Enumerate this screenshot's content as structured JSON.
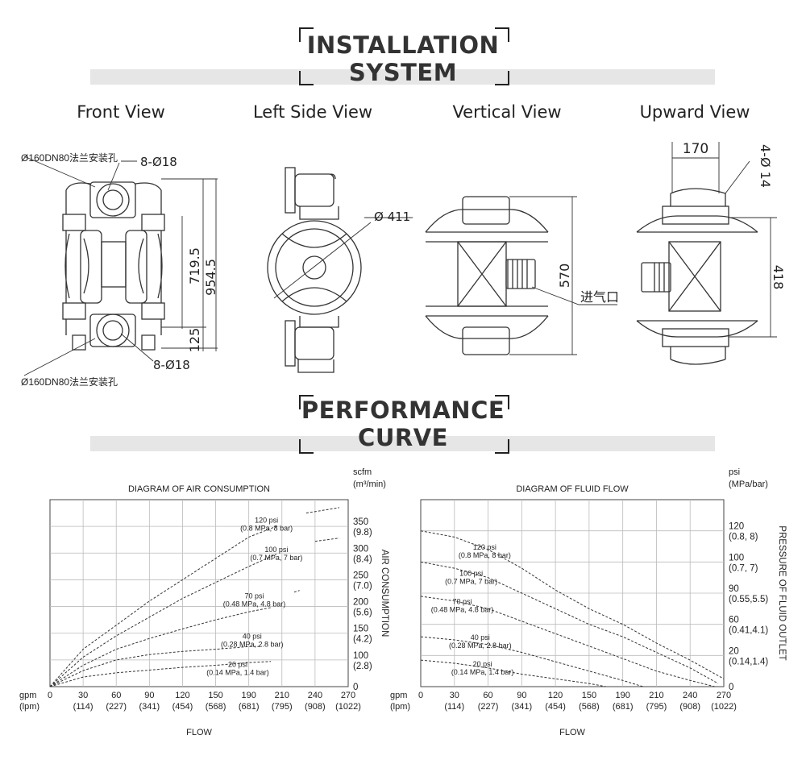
{
  "installation": {
    "title_line1": "INSTALLATION",
    "title_line2": "SYSTEM"
  },
  "views": {
    "front": "Front View",
    "left": "Left Side View",
    "vertical": "Vertical View",
    "upward": "Upward View"
  },
  "front_view": {
    "flange_top": "Ø160DN80法兰安装孔",
    "flange_bottom": "Ø160DN80法兰安装孔",
    "holes_top": "8-Ø18",
    "holes_bottom": "8-Ø18",
    "dim_height": "954.5",
    "dim_mid": "719.5",
    "dim_base": "125"
  },
  "left_view": {
    "diameter": "Ø 411"
  },
  "vertical_view": {
    "dim": "570",
    "air_inlet": "进气口"
  },
  "upward_view": {
    "width": "170",
    "holes": "4-Ø 14",
    "dim": "418"
  },
  "performance": {
    "title_line1": "PERFORMANCE",
    "title_line2": "CURVE"
  },
  "chart_data": [
    {
      "type": "line",
      "title": "DIAGRAM OF AIR CONSUMPTION",
      "xlabel": "FLOW",
      "ylabel": "AIR CONSUMPTION",
      "x_unit_top": "gpm",
      "x_unit_bottom": "(lpm)",
      "y_unit_top": "scfm",
      "y_unit_bottom": "(m³/min)",
      "xlim": [
        0,
        270
      ],
      "ylim": [
        0,
        350
      ],
      "x_ticks": [
        {
          "v": 0,
          "top": "0",
          "bottom": ""
        },
        {
          "v": 30,
          "top": "30",
          "bottom": "(114)"
        },
        {
          "v": 60,
          "top": "60",
          "bottom": "(227)"
        },
        {
          "v": 90,
          "top": "90",
          "bottom": "(341)"
        },
        {
          "v": 120,
          "top": "120",
          "bottom": "(454)"
        },
        {
          "v": 150,
          "top": "150",
          "bottom": "(568)"
        },
        {
          "v": 180,
          "top": "190",
          "bottom": "(681)"
        },
        {
          "v": 210,
          "top": "210",
          "bottom": "(795)"
        },
        {
          "v": 240,
          "top": "240",
          "bottom": "(908)"
        },
        {
          "v": 270,
          "top": "270",
          "bottom": "(1022)"
        }
      ],
      "y_ticks": [
        {
          "v": 0,
          "top": "0",
          "bottom": ""
        },
        {
          "v": 50,
          "top": "100",
          "bottom": "(2.8)"
        },
        {
          "v": 100,
          "top": "150",
          "bottom": "(4.2)"
        },
        {
          "v": 150,
          "top": "200",
          "bottom": "(5.6)"
        },
        {
          "v": 200,
          "top": "250",
          "bottom": "(7.0)"
        },
        {
          "v": 250,
          "top": "300",
          "bottom": "(8.4)"
        },
        {
          "v": 300,
          "top": "350",
          "bottom": "(9.8)"
        }
      ],
      "grid": true,
      "series": [
        {
          "name": "120 psi",
          "sub": "(0.8 MPa, 8 bar)",
          "x": [
            0,
            30,
            60,
            90,
            120,
            150,
            180,
            205
          ],
          "y": [
            0,
            70,
            115,
            160,
            200,
            240,
            280,
            300
          ],
          "ext_x": [
            232,
            262
          ],
          "ext_y": [
            325,
            335
          ],
          "label_v": [
            196,
            307
          ]
        },
        {
          "name": "100 psi",
          "sub": "(0.7 MPa, 7 bar)",
          "x": [
            0,
            30,
            60,
            90,
            120,
            150,
            180,
            205
          ],
          "y": [
            0,
            55,
            95,
            130,
            165,
            195,
            225,
            248
          ],
          "ext_x": [
            240,
            262
          ],
          "ext_y": [
            272,
            278
          ],
          "label_v": [
            205,
            252
          ]
        },
        {
          "name": "70 psi",
          "sub": "(0.48 MPa, 4.8 bar)",
          "x": [
            0,
            30,
            60,
            90,
            120,
            150,
            180,
            200
          ],
          "y": [
            0,
            40,
            70,
            90,
            108,
            125,
            140,
            148
          ],
          "ext_x": [
            221,
            226
          ],
          "ext_y": [
            177,
            180
          ],
          "label_v": [
            185,
            165
          ]
        },
        {
          "name": "40 psi",
          "sub": "(0.28 MPa, 2.8 bar)",
          "x": [
            0,
            30,
            60,
            90,
            120,
            150,
            180,
            190
          ],
          "y": [
            0,
            30,
            50,
            60,
            66,
            70,
            75,
            75
          ],
          "ext_x": [],
          "ext_y": [],
          "label_v": [
            183,
            90
          ]
        },
        {
          "name": "20 psi",
          "sub": "(0.14 MPa, 1.4 bar)",
          "x": [
            0,
            30,
            60,
            90,
            120,
            150,
            180,
            200
          ],
          "y": [
            0,
            18,
            26,
            31,
            36,
            40,
            45,
            47
          ],
          "ext_x": [],
          "ext_y": [],
          "label_v": [
            170,
            37
          ]
        }
      ]
    },
    {
      "type": "line",
      "title": "DIAGRAM OF FLUID FLOW",
      "xlabel": "FLOW",
      "ylabel": "PRESSURE OF FLUID OUTLET",
      "x_unit_top": "gpm",
      "x_unit_bottom": "(lpm)",
      "y_unit_top": "psi",
      "y_unit_bottom": "(MPa/bar)",
      "xlim": [
        0,
        270
      ],
      "ylim": [
        0,
        120
      ],
      "x_ticks": [
        {
          "v": 0,
          "top": "0",
          "bottom": ""
        },
        {
          "v": 30,
          "top": "30",
          "bottom": "(114)"
        },
        {
          "v": 60,
          "top": "60",
          "bottom": "(227)"
        },
        {
          "v": 90,
          "top": "90",
          "bottom": "(341)"
        },
        {
          "v": 120,
          "top": "120",
          "bottom": "(454)"
        },
        {
          "v": 150,
          "top": "150",
          "bottom": "(568)"
        },
        {
          "v": 180,
          "top": "190",
          "bottom": "(681)"
        },
        {
          "v": 210,
          "top": "210",
          "bottom": "(795)"
        },
        {
          "v": 240,
          "top": "240",
          "bottom": "(908)"
        },
        {
          "v": 270,
          "top": "270",
          "bottom": "(1022)"
        }
      ],
      "y_ticks": [
        {
          "v": 0,
          "top": "0",
          "bottom": ""
        },
        {
          "v": 20,
          "top": "20",
          "bottom": "(0.14,1.4)"
        },
        {
          "v": 40,
          "top": "60",
          "bottom": "(0.41,4.1)"
        },
        {
          "v": 60,
          "top": "90",
          "bottom": "(0.55,5.5)"
        },
        {
          "v": 80,
          "top": "100",
          "bottom": "(0.7, 7)"
        },
        {
          "v": 100,
          "top": "120",
          "bottom": "(0.8, 8)"
        }
      ],
      "grid": true,
      "series": [
        {
          "name": "120 psi",
          "sub": "(0.8 MPa, 8 bar)",
          "x": [
            0,
            30,
            60,
            90,
            120,
            150,
            180,
            210,
            240,
            270
          ],
          "y": [
            100,
            96,
            88,
            76,
            62,
            50,
            40,
            28,
            17,
            5
          ],
          "label_v": [
            57,
            88
          ]
        },
        {
          "name": "100 psi",
          "sub": "(0.7 MPa, 7 bar)",
          "x": [
            0,
            30,
            60,
            90,
            120,
            150,
            180,
            210,
            240,
            265
          ],
          "y": [
            80,
            76,
            70,
            60,
            50,
            40,
            32,
            22,
            12,
            2
          ],
          "label_v": [
            45,
            71
          ]
        },
        {
          "name": "70 psi",
          "sub": "(0.48 MPa, 4.8 bar)",
          "x": [
            0,
            30,
            60,
            90,
            120,
            150,
            180,
            210,
            240,
            262
          ],
          "y": [
            58,
            55,
            50,
            42,
            34,
            26,
            18,
            10,
            4,
            0
          ],
          "label_v": [
            37,
            53
          ]
        },
        {
          "name": "40 psi",
          "sub": "(0.28 MPa, 2.8 bar)",
          "x": [
            0,
            30,
            60,
            90,
            120,
            150,
            180,
            198
          ],
          "y": [
            32,
            30,
            27,
            22,
            16,
            10,
            4,
            0
          ],
          "label_v": [
            53,
            30
          ]
        },
        {
          "name": "20 psi",
          "sub": "(0.14 MPa, 1.4 bar)",
          "x": [
            0,
            30,
            60,
            90,
            120,
            150,
            165
          ],
          "y": [
            17,
            15,
            12,
            8,
            5,
            2,
            0
          ],
          "label_v": [
            55,
            13
          ]
        }
      ]
    }
  ]
}
